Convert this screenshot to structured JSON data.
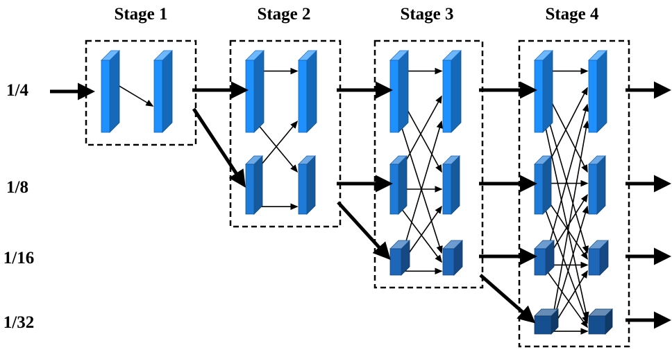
{
  "stages": [
    {
      "title": "Stage 1"
    },
    {
      "title": "Stage 2"
    },
    {
      "title": "Stage 3"
    },
    {
      "title": "Stage 4"
    }
  ],
  "resolutions": [
    {
      "label": "1/4",
      "color": "#1e90ff"
    },
    {
      "label": "1/8",
      "color": "#1f7bd8"
    },
    {
      "label": "1/16",
      "color": "#1e66b8"
    },
    {
      "label": "1/32",
      "color": "#154f8f"
    }
  ]
}
